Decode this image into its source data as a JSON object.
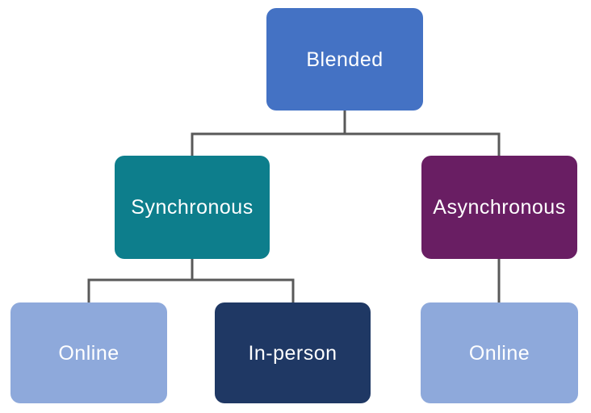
{
  "diagram": {
    "type": "hierarchy",
    "background_color": "#FFFFFF",
    "connector_color": "#595959",
    "text_color": "#FFFFFF",
    "root": {
      "label": "Blended",
      "color": "#4472C4",
      "children": [
        {
          "label": "Synchronous",
          "color": "#0D7E8C",
          "children": [
            {
              "label": "Online",
              "color": "#8EA9DB"
            },
            {
              "label": "In-person",
              "color": "#1F3864"
            }
          ]
        },
        {
          "label": "Asynchronous",
          "color": "#691E63",
          "children": [
            {
              "label": "Online",
              "color": "#8EA9DB"
            }
          ]
        }
      ]
    }
  }
}
